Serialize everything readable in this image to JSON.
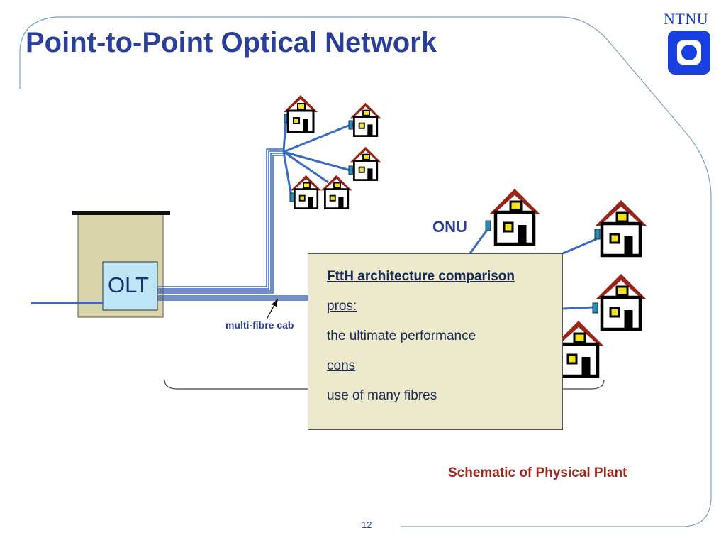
{
  "slide": {
    "title": "Point-to-Point Optical Network",
    "logo_text": "NTNU",
    "page_number": "12",
    "caption": "Schematic of Physical Plant"
  },
  "diagram": {
    "olt_label": "OLT",
    "onu_label": "ONU",
    "cable_label": "multi-fibre cab"
  },
  "info_box": {
    "heading": "FttH architecture comparison",
    "pros_label": "pros:",
    "pros_text": "the ultimate performance",
    "cons_label": "cons",
    "cons_text": "use of many fibres"
  },
  "colors": {
    "title": "#2a3f9a",
    "fibre": "#3a6ac8",
    "house_roof": "#9a2418",
    "caption": "#a0281e",
    "box_fill": "#ede9cc",
    "olt_fill": "#bfe6f6"
  }
}
